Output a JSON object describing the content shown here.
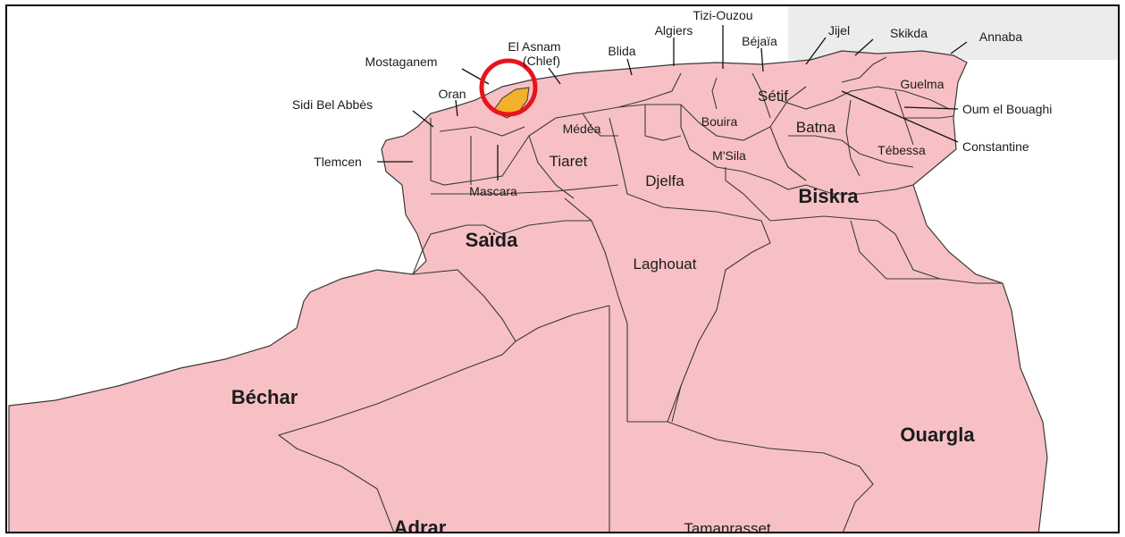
{
  "colors": {
    "land": "#f7c0c5",
    "sea": "#ffffff",
    "border": "#3a3a3a",
    "highlight": "#f2b02b",
    "marker": "#e8141c"
  },
  "regions": {
    "tizi_ouzou": "Tizi-Ouzou",
    "algiers": "Algiers",
    "bejaia": "Béjaïa",
    "jijel": "Jijel",
    "skikda": "Skikda",
    "annaba": "Annaba",
    "el_asnam_line1": "El Asnam",
    "el_asnam_line2": "(Chlef)",
    "blida": "Blida",
    "mostaganem": "Mostaganem",
    "oran": "Oran",
    "sidi_bel_abbes": "Sidi Bel Abbès",
    "setif": "Sétif",
    "guelma": "Guelma",
    "oum_el_bouaghi": "Oum el Bouaghi",
    "medea": "Médéa",
    "bouira": "Bouira",
    "batna": "Batna",
    "tlemcen": "Tlemcen",
    "msila": "M'Sila",
    "tebessa": "Tébessa",
    "constantine": "Constantine",
    "tiaret": "Tiaret",
    "djelfa": "Djelfa",
    "mascara": "Mascara",
    "biskra": "Biskra",
    "saida": "Saïda",
    "laghouat": "Laghouat",
    "bechar": "Béchar",
    "ouargla": "Ouargla",
    "adrar": "Adrar",
    "tamanrasset": "Tamanrasset"
  }
}
